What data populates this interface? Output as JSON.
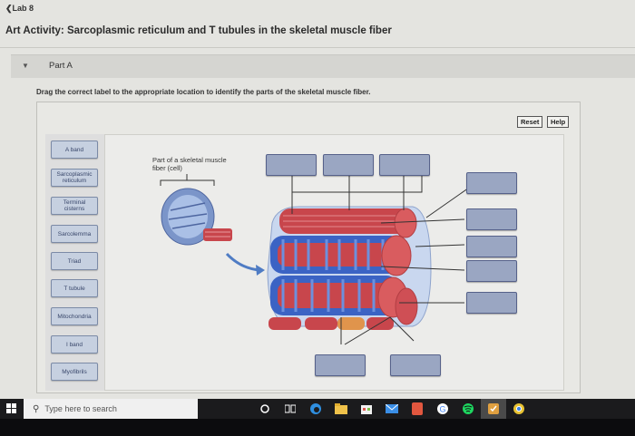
{
  "header": {
    "back_link": "❮Lab 8",
    "title": "Art Activity: Sarcoplasmic reticulum and T tubules in the skeletal muscle fiber"
  },
  "part": {
    "label": "Part A",
    "instructions": "Drag the correct label to the appropriate location to identify the parts of the skeletal muscle fiber."
  },
  "toolbar": {
    "reset_label": "Reset",
    "help_label": "Help"
  },
  "labels": [
    "A band",
    "Sarcoplasmic reticulum",
    "Terminal cisterns",
    "Sarcolemma",
    "Triad",
    "T tubule",
    "Mitochondria",
    "I band",
    "Myofibrils"
  ],
  "diagram": {
    "caption": "Part of a skeletal muscle fiber (cell)"
  },
  "taskbar": {
    "search_placeholder": "Type here to search"
  },
  "colors": {
    "target_fill": "#9aa6c2",
    "chip_fill": "#c6d0e0",
    "muscle_red": "#c8464c",
    "reticulum_blue": "#3b63c4"
  }
}
